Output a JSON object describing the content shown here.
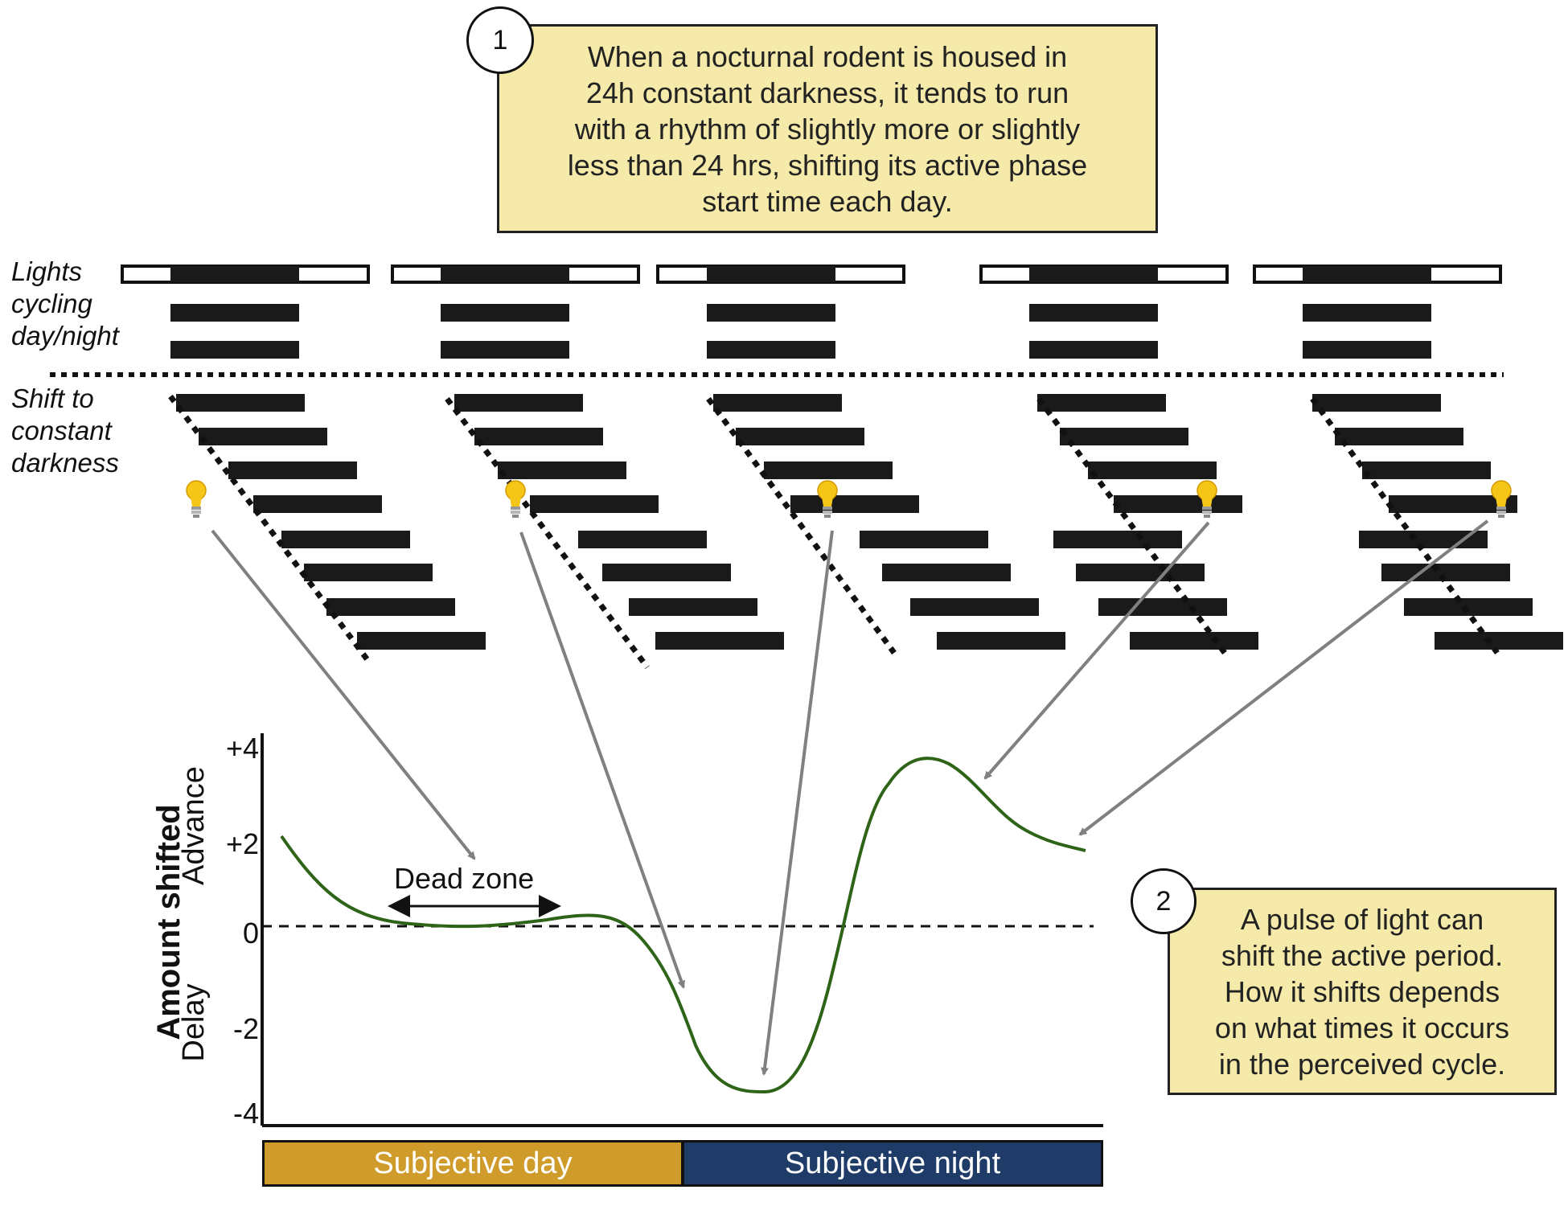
{
  "callout1": {
    "number": "1",
    "lines": [
      "When a nocturnal rodent is housed in",
      "24h constant darkness, it tends to run",
      "with a rhythm of slightly more or slightly",
      "less than 24 hrs, shifting its active phase",
      "start time each day."
    ]
  },
  "callout2": {
    "number": "2",
    "lines": [
      "A pulse of light can",
      "shift the active period.",
      "How it shifts depends",
      "on what times it occurs",
      "in the perceived cycle."
    ]
  },
  "labels": {
    "lights_cycling": [
      "Lights",
      "cycling",
      "day/night"
    ],
    "constant_dark": [
      "Shift to",
      "constant",
      "darkness"
    ]
  },
  "chart": {
    "y_title": "Amount shifted",
    "advance_label": "Advance",
    "delay_label": "Delay",
    "y_ticks": [
      "+4",
      "+2",
      "0",
      "-2",
      "-4"
    ],
    "dead_zone_label": "Dead zone",
    "subjective_day": "Subjective day",
    "subjective_night": "Subjective night"
  },
  "colors": {
    "curve": "#2e6417",
    "subjective_day": "#cf9c2b",
    "subjective_night": "#1f3c68",
    "callout_fill": "#f5eaa9",
    "activity_bar": "#1a1a1a",
    "arrow": "#808080",
    "bulb": "#f5c518"
  },
  "icons": {
    "light_pulse": "light-bulb-icon"
  }
}
